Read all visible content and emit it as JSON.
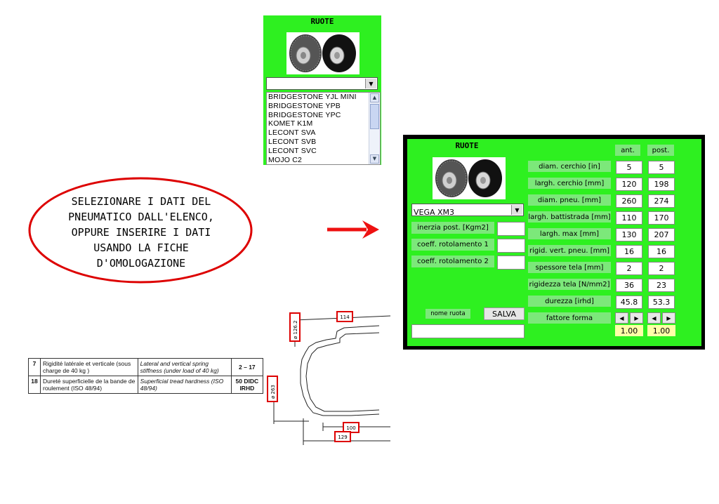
{
  "small_panel": {
    "title": "RUOTE",
    "combo_value": "",
    "list_items": [
      "BRIDGESTONE YJL MINI",
      "BRIDGESTONE YPB",
      "BRIDGESTONE YPC",
      "KOMET K1M",
      "LECONT SVA",
      "LECONT SVB",
      "LECONT SVC",
      "MOJO C2"
    ]
  },
  "callout": {
    "lines": [
      "SELEZIONARE I DATI DEL",
      "PNEUMATICO DALL'ELENCO,",
      "OPPURE INSERIRE I DATI",
      "USANDO LA FICHE",
      "D'OMOLOGAZIONE"
    ]
  },
  "big_panel": {
    "title": "RUOTE",
    "combo_value": "VEGA XM3",
    "col_ant": "ant.",
    "col_post": "post.",
    "left_fields": [
      {
        "label": "inerzia post. [Kgm2]",
        "value": ""
      },
      {
        "label": "coeff. rotolamento 1",
        "value": ""
      },
      {
        "label": "coeff. rotolamento 2",
        "value": ""
      }
    ],
    "name_label": "nome ruota",
    "save_label": "SALVA",
    "name_value": "",
    "params": [
      {
        "label": "diam. cerchio [in]",
        "ant": "5",
        "post": "5"
      },
      {
        "label": "largh. cerchio [mm]",
        "ant": "120",
        "post": "198"
      },
      {
        "label": "diam. pneu. [mm]",
        "ant": "260",
        "post": "274"
      },
      {
        "label": "largh. battistrada [mm]",
        "ant": "110",
        "post": "170"
      },
      {
        "label": "largh. max [mm]",
        "ant": "130",
        "post": "207"
      },
      {
        "label": "rigid. vert. pneu. [mm]",
        "ant": "16",
        "post": "16"
      },
      {
        "label": "spessore tela [mm]",
        "ant": "2",
        "post": "2"
      },
      {
        "label": "rigidezza tela [N/mm2]",
        "ant": "36",
        "post": "23"
      },
      {
        "label": "durezza [irhd]",
        "ant": "45.8",
        "post": "53.3"
      }
    ],
    "shape_label": "fattore forma",
    "shape_ant": "1.00",
    "shape_post": "1.00"
  },
  "homologation": {
    "rows": [
      {
        "num": "7",
        "fr": "Rigidité latérale et verticale (sous charge de 40 kg )",
        "en": "Lateral and vertical spring stiffness (under load of 40 kg)",
        "value": "2 – 17"
      },
      {
        "num": "18",
        "fr": "Dureté superficielle de la bande de roulement (ISO 48/94)",
        "en": "Superficial tread hardness (ISO 48/94)",
        "value": "50 DIDC IRHD"
      }
    ]
  },
  "drawing": {
    "dim_top": "114",
    "dim_inner_diam": "ø 126.2",
    "dim_outer_diam": "ø 263",
    "dim_bottom_inner": "100",
    "dim_bottom_outer": "129"
  },
  "colors": {
    "panel_green": "#2ef020",
    "label_green": "#7ce87a",
    "highlight": "#dd0000",
    "shape_bg": "#ffffa8"
  }
}
